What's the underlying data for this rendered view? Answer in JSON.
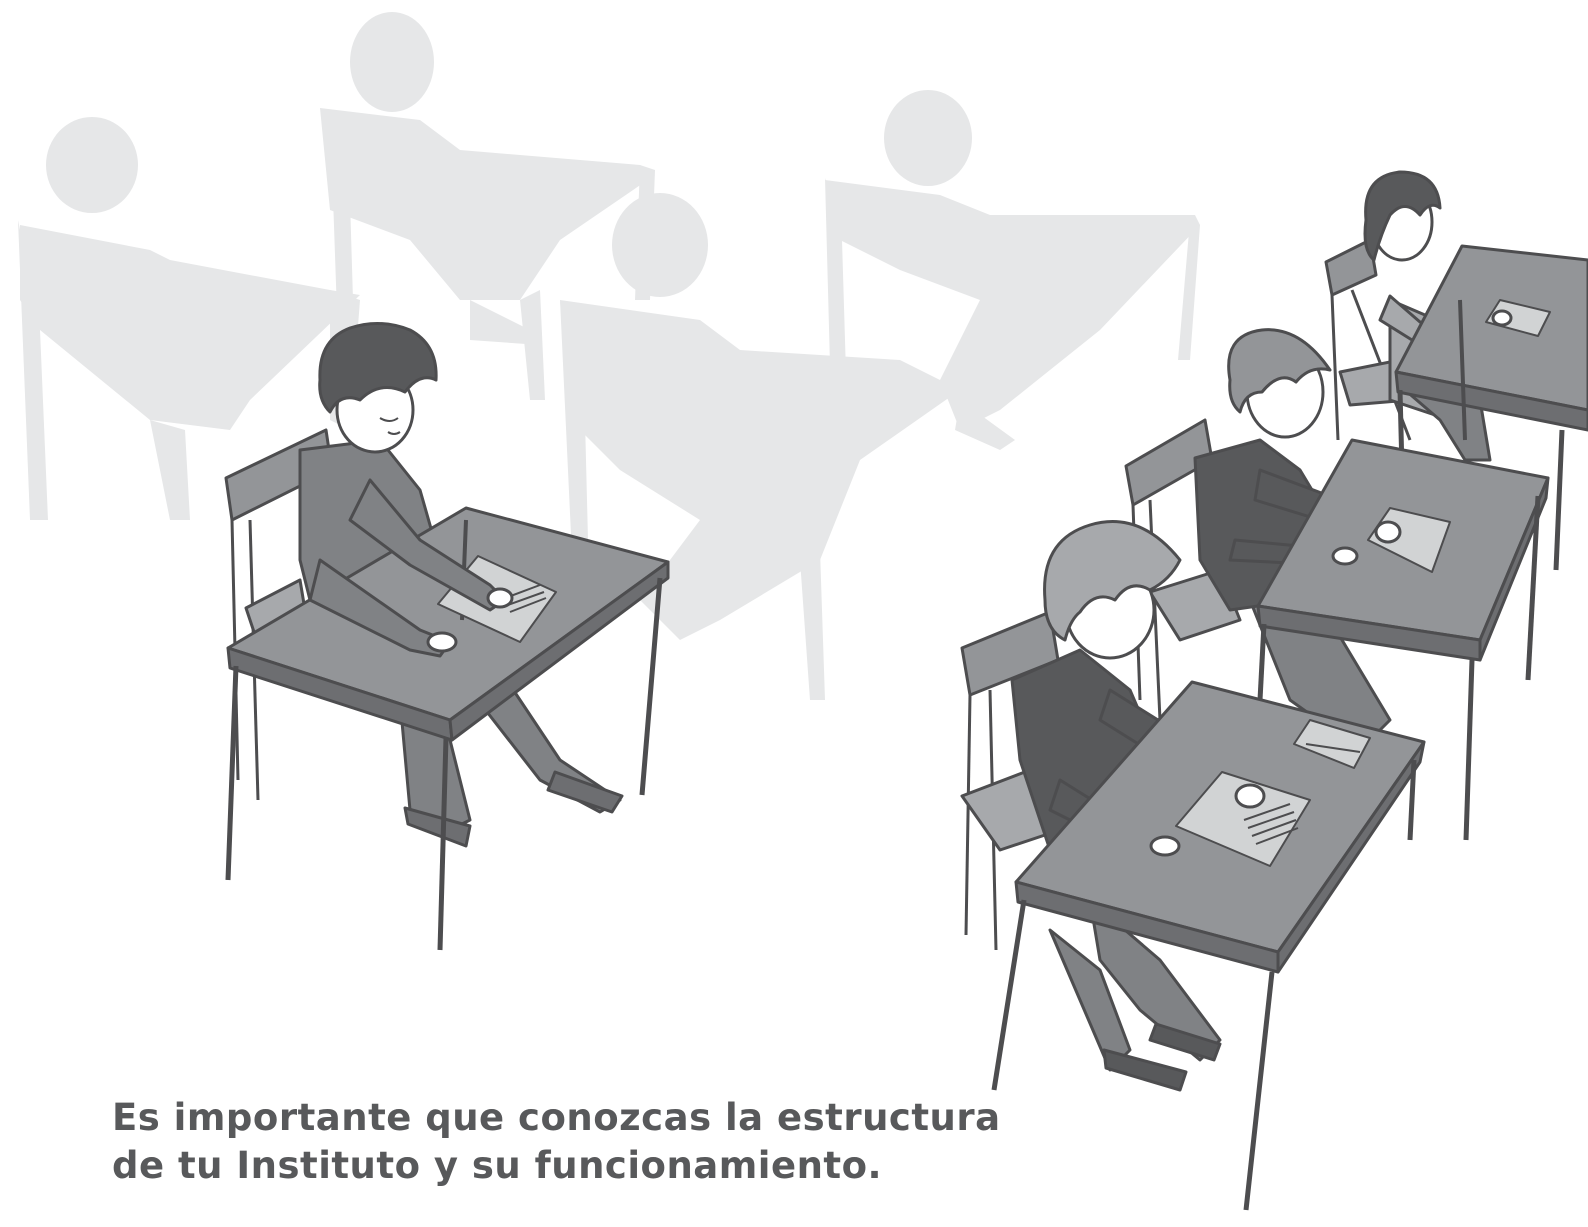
{
  "caption": {
    "line1": "Es importante que conozcas la estructura",
    "line2": "de tu Instituto y su funcionamiento."
  },
  "colors": {
    "shadow": "#e6e7e8",
    "desk": "#939598",
    "outline": "#4d4d4f",
    "dark_cloth": "#58595b",
    "mid_cloth": "#808285",
    "paper": "#d1d3d4",
    "text": "#58595b"
  },
  "illustration": {
    "students_visible": 4,
    "shadow_students": 4
  }
}
